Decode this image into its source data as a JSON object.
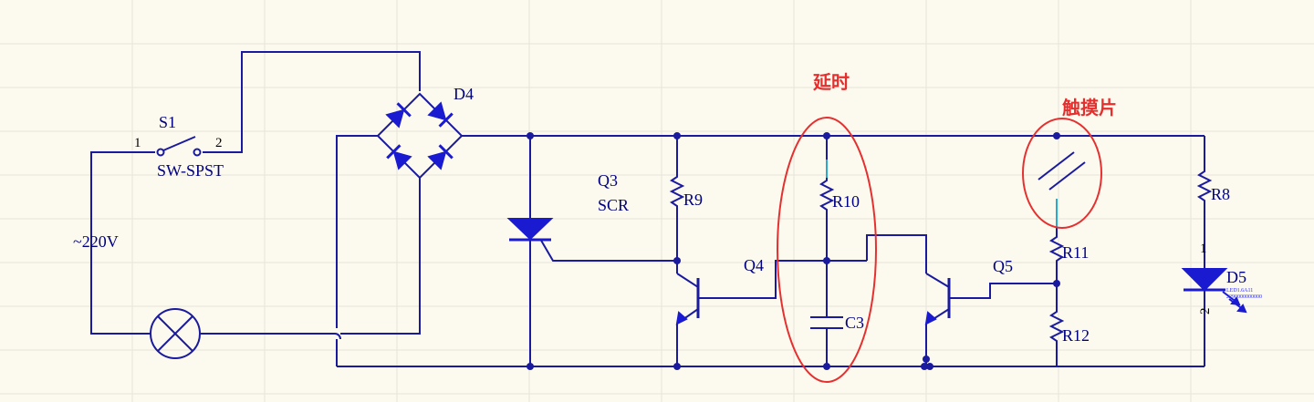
{
  "colors": {
    "background": "#fcfaee",
    "wire": "#1a1a9e",
    "label": "#000082",
    "annotation": "#e52e2e"
  },
  "components": {
    "s1": {
      "ref": "S1",
      "type": "SW-SPST",
      "pin1": "1",
      "pin2": "2"
    },
    "source": {
      "label": "~220V"
    },
    "d4": {
      "ref": "D4"
    },
    "q3": {
      "ref": "Q3",
      "type": "SCR"
    },
    "r9": {
      "ref": "R9"
    },
    "q4": {
      "ref": "Q4"
    },
    "r10": {
      "ref": "R10"
    },
    "c3": {
      "ref": "C3"
    },
    "q5": {
      "ref": "Q5"
    },
    "r11": {
      "ref": "R11"
    },
    "r12": {
      "ref": "R12"
    },
    "r8": {
      "ref": "R8"
    },
    "d5": {
      "ref": "D5",
      "part": "LED1.6A11",
      "code": "2290000000000",
      "pin1": "1",
      "pin2": "2"
    }
  },
  "annotations": {
    "delay": "延时",
    "touch_plate": "触摸片"
  }
}
